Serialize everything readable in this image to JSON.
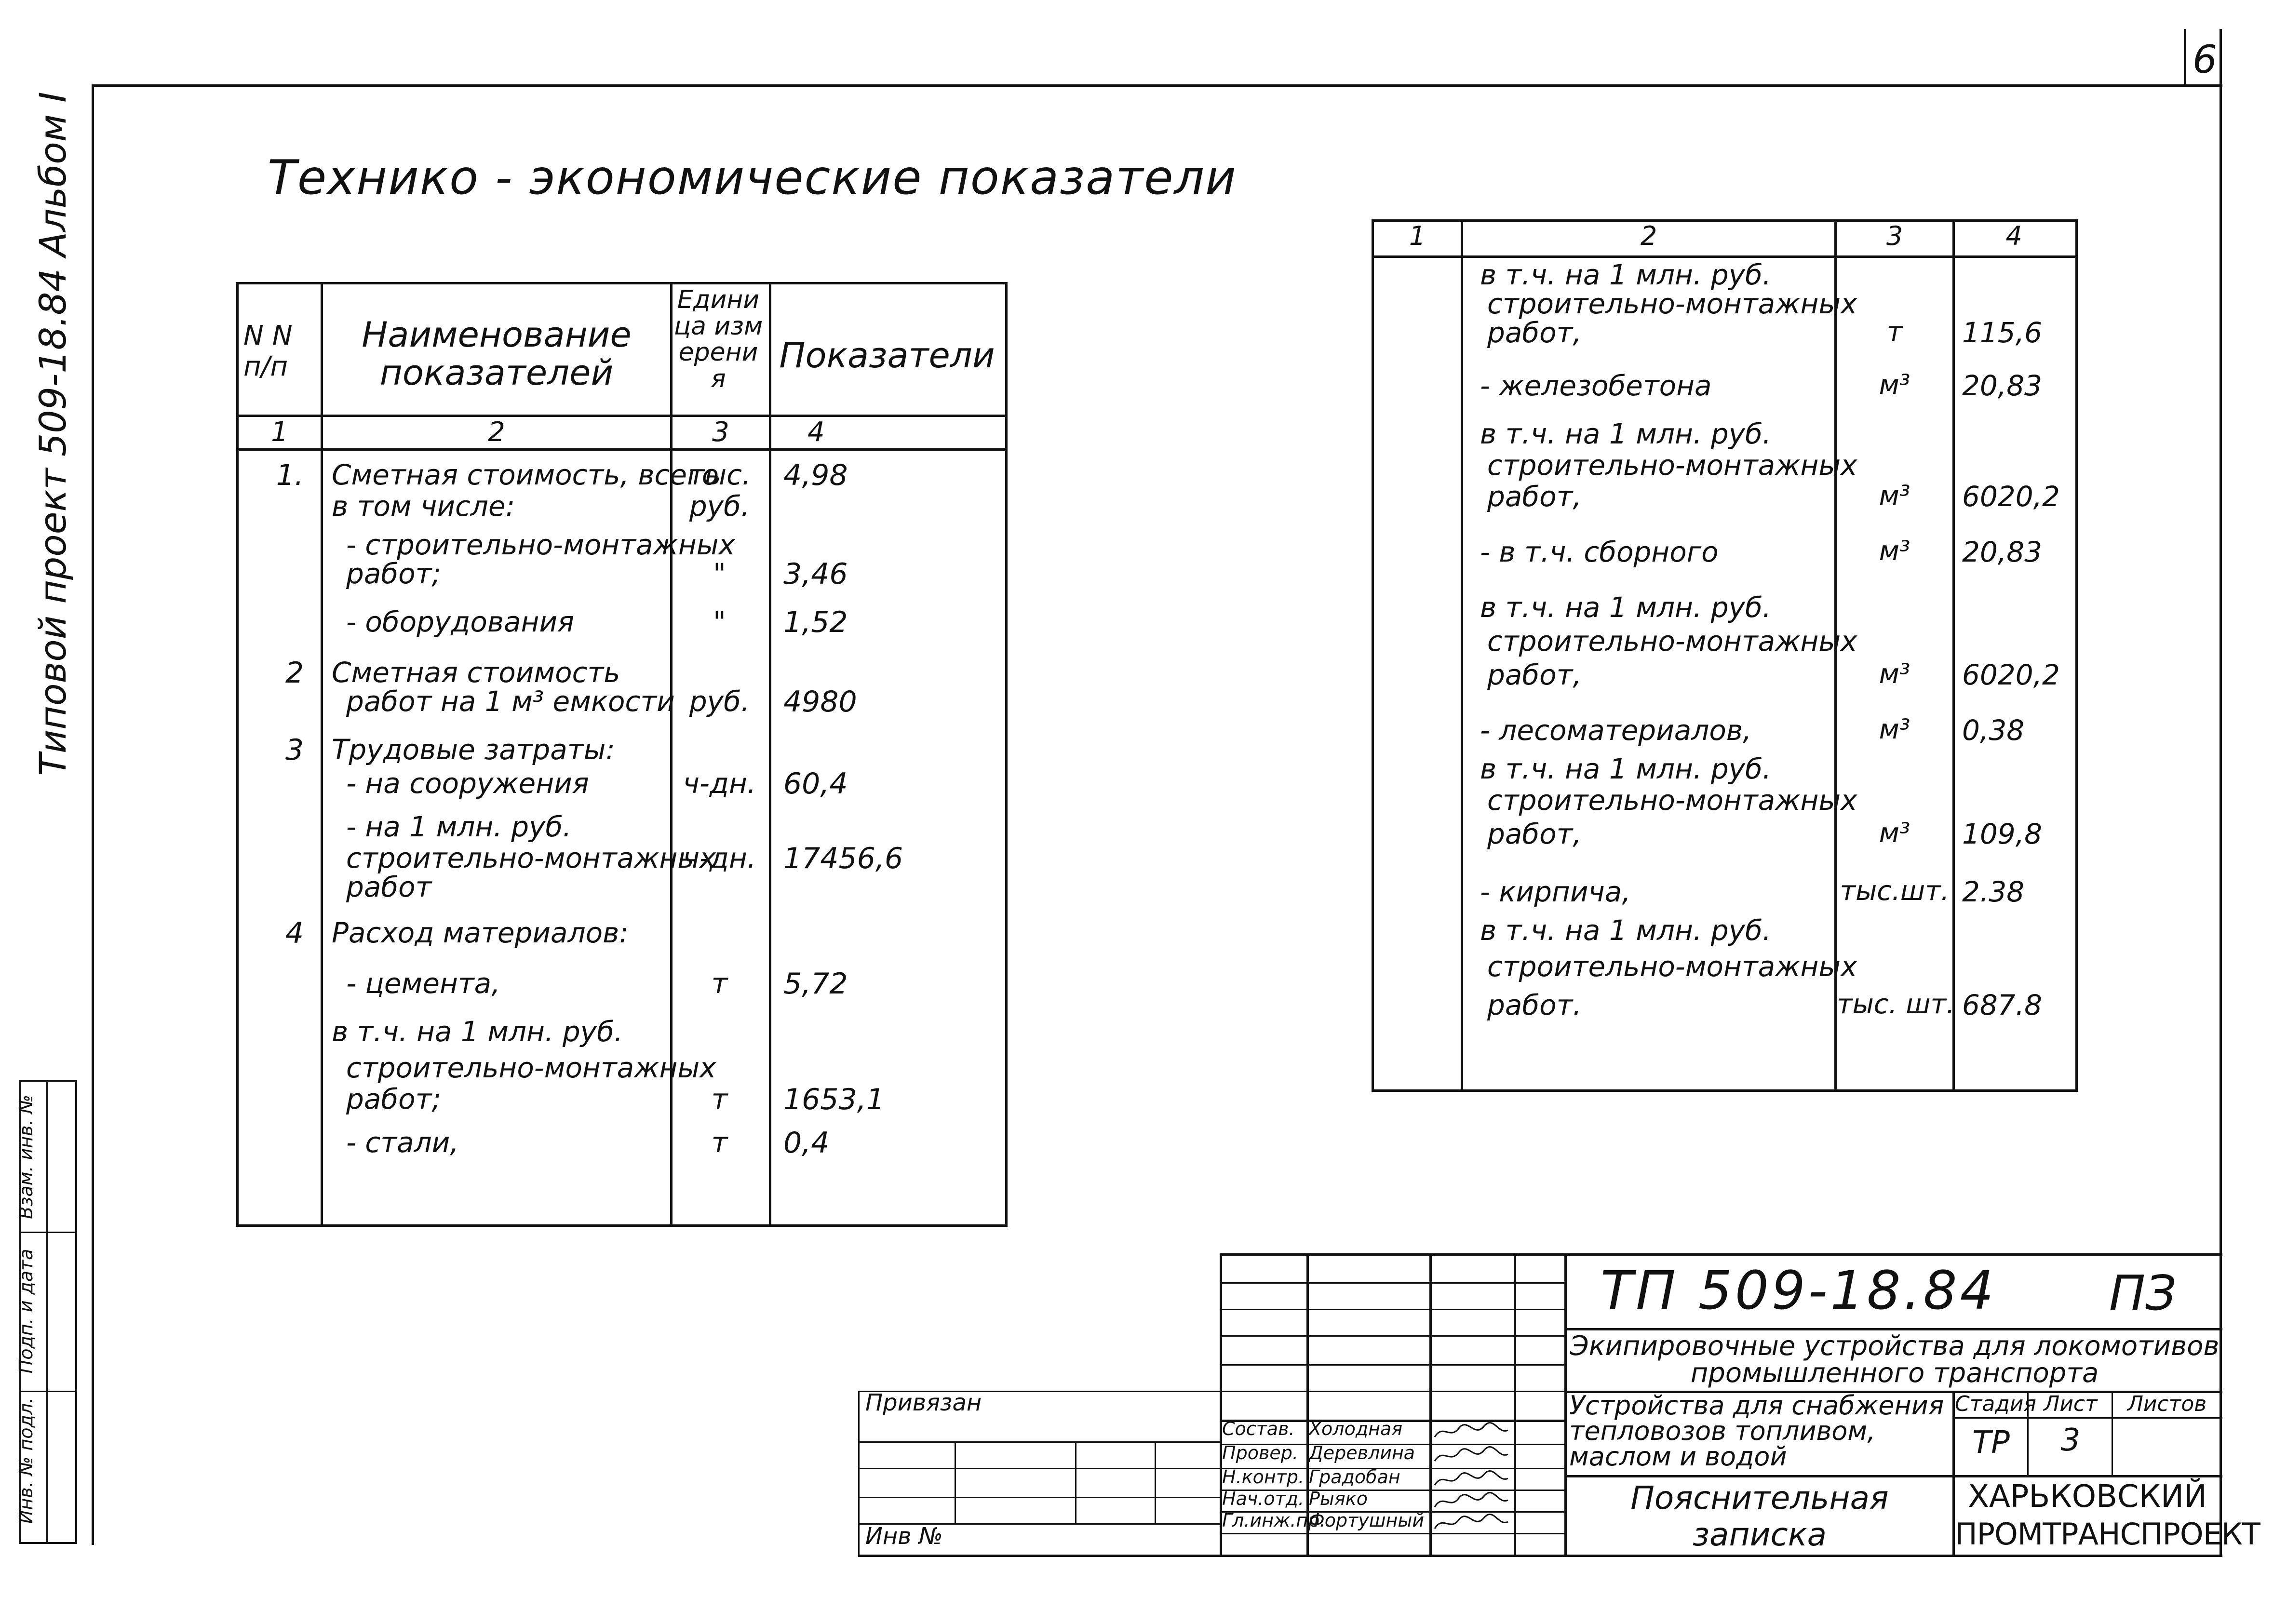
{
  "sheet_number": "6",
  "side_stamp": {
    "project_label": "Типовой проект 509-18.84 Альбом I",
    "field_labels": [
      "Инв. № подл.",
      "Подп. и дата",
      "Взам. инв. №"
    ]
  },
  "title": "Технико - экономические показатели",
  "table1": {
    "headers": {
      "num": "N N п/п",
      "name": "Наименование показателей",
      "unit": "Единица измерения",
      "value": "Показатели"
    },
    "col_numbers": [
      "1",
      "2",
      "3",
      "4"
    ],
    "rows": [
      {
        "num": "1.",
        "name": "Сметная стоимость, всего",
        "unit": "тыс.",
        "value": "4,98"
      },
      {
        "num": "",
        "name": "в том числе:",
        "unit": "руб.",
        "value": ""
      },
      {
        "num": "",
        "name": "- строительно-монтажных",
        "unit": "",
        "value": ""
      },
      {
        "num": "",
        "name": "работ;",
        "unit": "\"",
        "value": "3,46"
      },
      {
        "num": "",
        "name": "- оборудования",
        "unit": "\"",
        "value": "1,52"
      },
      {
        "num": "2",
        "name": "Сметная стоимость",
        "unit": "",
        "value": ""
      },
      {
        "num": "",
        "name": "работ на 1 м³ емкости",
        "unit": "руб.",
        "value": "4980"
      },
      {
        "num": "3",
        "name": "Трудовые затраты:",
        "unit": "",
        "value": ""
      },
      {
        "num": "",
        "name": "- на сооружения",
        "unit": "ч-дн.",
        "value": "60,4"
      },
      {
        "num": "",
        "name": "- на 1 млн. руб.",
        "unit": "",
        "value": ""
      },
      {
        "num": "",
        "name": "строительно-монтажных",
        "unit": "ч-дн.",
        "value": "17456,6"
      },
      {
        "num": "",
        "name": "работ",
        "unit": "",
        "value": ""
      },
      {
        "num": "4",
        "name": "Расход материалов:",
        "unit": "",
        "value": ""
      },
      {
        "num": "",
        "name": "- цемента,",
        "unit": "т",
        "value": "5,72"
      },
      {
        "num": "",
        "name": "в т.ч. на 1 млн. руб.",
        "unit": "",
        "value": ""
      },
      {
        "num": "",
        "name": "строительно-монтажных",
        "unit": "",
        "value": ""
      },
      {
        "num": "",
        "name": "работ;",
        "unit": "т",
        "value": "1653,1"
      },
      {
        "num": "",
        "name": "- стали,",
        "unit": "т",
        "value": "0,4"
      }
    ]
  },
  "table2": {
    "col_numbers": [
      "1",
      "2",
      "3",
      "4"
    ],
    "rows": [
      {
        "name": "в т.ч. на 1 млн. руб.",
        "unit": "",
        "value": ""
      },
      {
        "name": "строительно-монтажных",
        "unit": "",
        "value": ""
      },
      {
        "name": "работ,",
        "unit": "т",
        "value": "115,6"
      },
      {
        "name": "- железобетона",
        "unit": "м³",
        "value": "20,83"
      },
      {
        "name": "в т.ч. на 1 млн. руб.",
        "unit": "",
        "value": ""
      },
      {
        "name": "строительно-монтажных",
        "unit": "",
        "value": ""
      },
      {
        "name": "работ,",
        "unit": "м³",
        "value": "6020,2"
      },
      {
        "name": "- в т.ч. сборного",
        "unit": "м³",
        "value": "20,83"
      },
      {
        "name": "в т.ч. на 1 млн. руб.",
        "unit": "",
        "value": ""
      },
      {
        "name": "строительно-монтажных",
        "unit": "",
        "value": ""
      },
      {
        "name": "работ,",
        "unit": "м³",
        "value": "6020,2"
      },
      {
        "name": "- лесоматериалов,",
        "unit": "м³",
        "value": "0,38"
      },
      {
        "name": "в т.ч. на 1 млн. руб.",
        "unit": "",
        "value": ""
      },
      {
        "name": "строительно-монтажных",
        "unit": "",
        "value": ""
      },
      {
        "name": "работ,",
        "unit": "м³",
        "value": "109,8"
      },
      {
        "name": "- кирпича,",
        "unit": "тыс.шт.",
        "value": "2.38"
      },
      {
        "name": "в т.ч. на 1 млн. руб.",
        "unit": "",
        "value": ""
      },
      {
        "name": "строительно-монтажных",
        "unit": "",
        "value": ""
      },
      {
        "name": "работ.",
        "unit": "тыс. шт.",
        "value": "687.8"
      }
    ]
  },
  "title_block": {
    "designation": "ТП 509-18.84",
    "doc_code": "ПЗ",
    "project_name": "Экипировочные устройства для локомотивов промышленного транспорта",
    "object_name": "Устройства для снабжения тепловозов топливом, маслом и водой",
    "document_name": "Пояснительная записка",
    "stage_label": "Стадия",
    "sheet_label": "Лист",
    "sheets_label": "Листов",
    "stage": "ТР",
    "sheet": "3",
    "sheets": "",
    "organization": [
      "ХАРЬКОВСКИЙ",
      "ПРОМТРАНСПРОЕКТ"
    ],
    "bound_label": "Привязан",
    "inv_label": "Инв №",
    "signatures": [
      {
        "role": "Состав.",
        "name": "Холодная"
      },
      {
        "role": "Провер.",
        "name": "Деревлина"
      },
      {
        "role": "Н.контр.",
        "name": "Градобан"
      },
      {
        "role": "Нач.отд.",
        "name": "Рыяко"
      },
      {
        "role": "Гл.инж.пр.",
        "name": "Фортушный"
      }
    ]
  }
}
